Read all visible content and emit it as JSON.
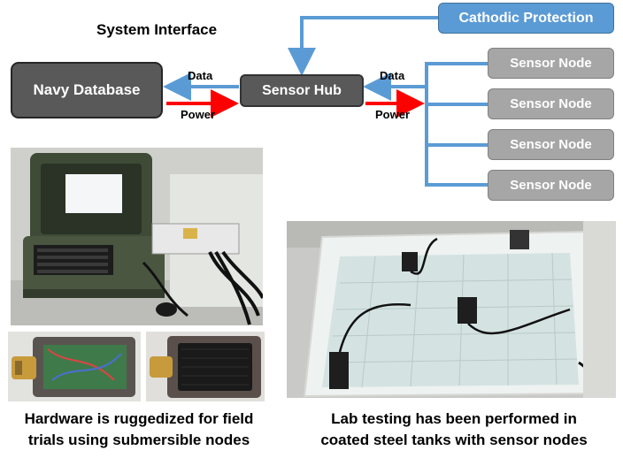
{
  "diagram": {
    "title": "System Interface",
    "navy_database": "Navy Database",
    "sensor_hub": "Sensor Hub",
    "cathodic_protection": "Cathodic Protection",
    "sensor_nodes": [
      "Sensor Node",
      "Sensor Node",
      "Sensor Node",
      "Sensor Node"
    ],
    "data_label_left": "Data",
    "power_label_left": "Power",
    "data_label_right": "Data",
    "power_label_right": "Power",
    "colors": {
      "data_arrow": "#5b9bd5",
      "power_arrow": "#ff0000",
      "node_fill": "#a6a6a6",
      "hub_fill": "#595959"
    }
  },
  "captions": {
    "left_line1": "Hardware is ruggedized for field",
    "left_line2": "trials using submersible nodes",
    "right_line1": "Lab testing has been performed in",
    "right_line2": "coated steel tanks with sensor nodes"
  }
}
